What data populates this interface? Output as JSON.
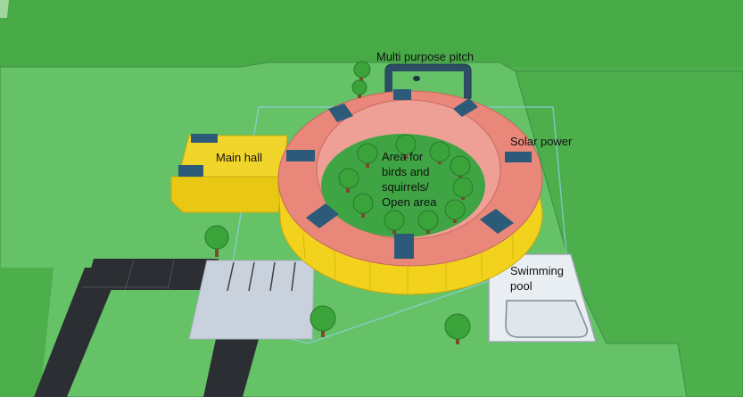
{
  "labels": {
    "multi_purpose_pitch": "Multi purpose pitch",
    "solar_power": "Solar power",
    "main_hall": "Main hall",
    "area_line1": "Area for",
    "area_line2": "birds and",
    "area_line3": "squirrels/",
    "area_line4": "Open area",
    "swimming_line1": "Swimming",
    "swimming_line2": "pool"
  },
  "colors": {
    "grass_dark": "#4caf4c",
    "grass_light": "#65c266",
    "ring_top": "#e8877a",
    "ring_side": "#f2d21c",
    "hall_yellow": "#f0d21e",
    "solar_panel": "#2c5b7a",
    "road": "#2b2f33",
    "parking": "#c9d2dc",
    "pool_deck": "#e9eef2",
    "pitch": "#2c4d63",
    "tree": "#3aa33a"
  }
}
